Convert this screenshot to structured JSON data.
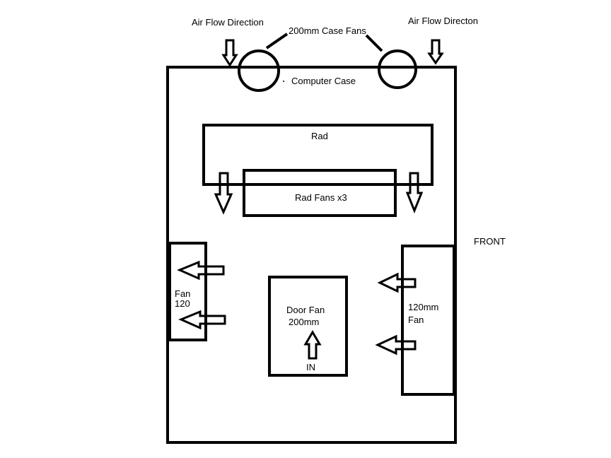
{
  "labels": {
    "air_flow_left": "Air Flow Direction",
    "air_flow_right": "Air Flow Directon",
    "case_fans": "200mm Case Fans",
    "computer_case": "Computer Case",
    "rad": "Rad",
    "rad_fans": "Rad Fans x3",
    "front": "FRONT",
    "fan_120_line1": "Fan",
    "fan_120_line2": "120",
    "door_fan_line1": "Door Fan",
    "door_fan_line2": "200mm",
    "door_fan_in": "IN",
    "fan_120mm_line1": "120mm",
    "fan_120mm_line2": "Fan"
  },
  "colors": {
    "stroke": "#000000",
    "background": "#ffffff"
  }
}
